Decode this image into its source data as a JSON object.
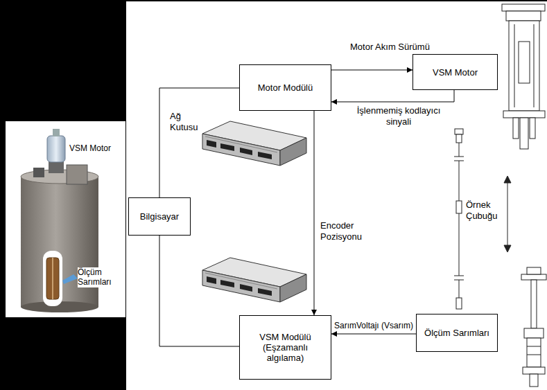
{
  "diagram": {
    "nodes": [
      {
        "text": [
          "Motor Modülü"
        ]
      },
      {
        "text": [
          "VSM Motor"
        ]
      },
      {
        "text": [
          "Bilgisayar"
        ]
      },
      {
        "text": [
          "VSM Modülü (Eşzamanlı algılama)"
        ]
      },
      {
        "text": [
          "Ölçüm Sarımları"
        ]
      }
    ],
    "edges": [
      {
        "from": 0,
        "to": 1,
        "arrow": "to",
        "label": "Motor Akım Sürümü"
      },
      {
        "from": 1,
        "to": 0,
        "arrow": "to",
        "label": "İşlenmemiş kodlayıcı sinyali"
      },
      {
        "from": 0,
        "to": 3,
        "arrow": "to",
        "label": "Encoder Pozisyonu"
      },
      {
        "from": 4,
        "to": 3,
        "arrow": "to",
        "label": "SarımVoltajı (Vsarım)"
      },
      {
        "from": 2,
        "to": 0,
        "arrow": "none"
      },
      {
        "from": 2,
        "to": 3,
        "arrow": "none"
      }
    ],
    "labels": [
      "Ağ Kutusu",
      "Örnek Çubuğu",
      "VSM Motor",
      "Ölçüm Sarımları"
    ]
  }
}
